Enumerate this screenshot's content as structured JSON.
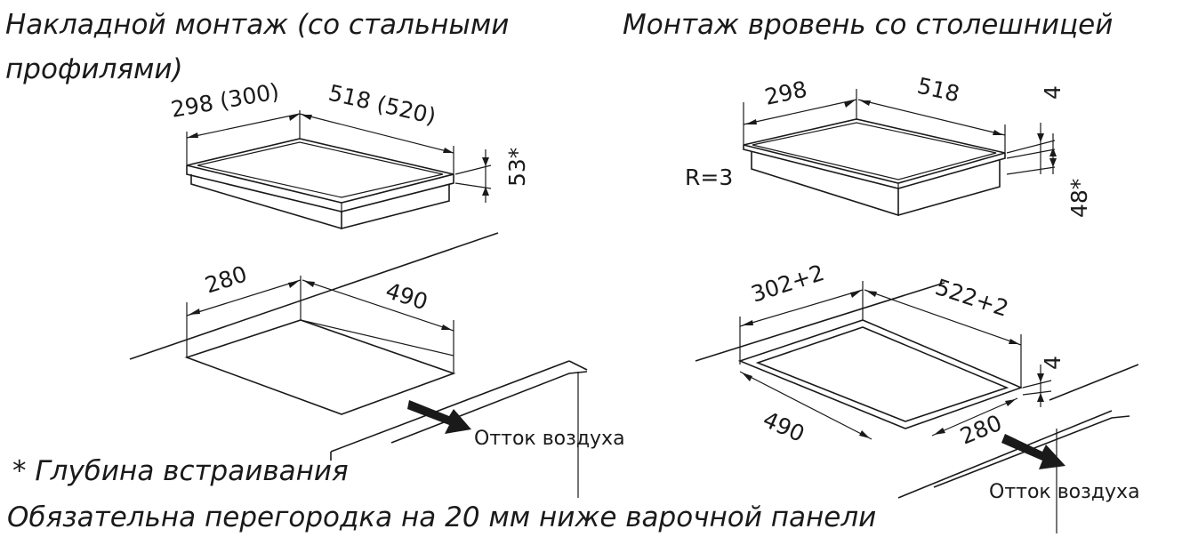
{
  "titles": {
    "surface_mount_line1": "Накладной монтаж (со стальными",
    "surface_mount_line2": "профилями)",
    "flush_mount": "Монтаж вровень со столешницей"
  },
  "surface_mount": {
    "width_label": "298 (300)",
    "length_label": "518 (520)",
    "height_label": "53*",
    "cutout_width": "280",
    "cutout_length": "490",
    "airflow_label": "Отток воздуха"
  },
  "flush_mount": {
    "width_label": "298",
    "length_label": "518",
    "lip_label": "4",
    "height_label": "48*",
    "radius_label": "R=3",
    "recess_width": "302+2",
    "recess_length": "522+2",
    "recess_depth": "4",
    "cutout_length": "490",
    "cutout_width": "280",
    "airflow_label": "Отток воздуха"
  },
  "notes": {
    "depth_note": "* Глубина встраивания",
    "partition_note": "Обязательна перегородка на 20 мм ниже варочной панели"
  }
}
